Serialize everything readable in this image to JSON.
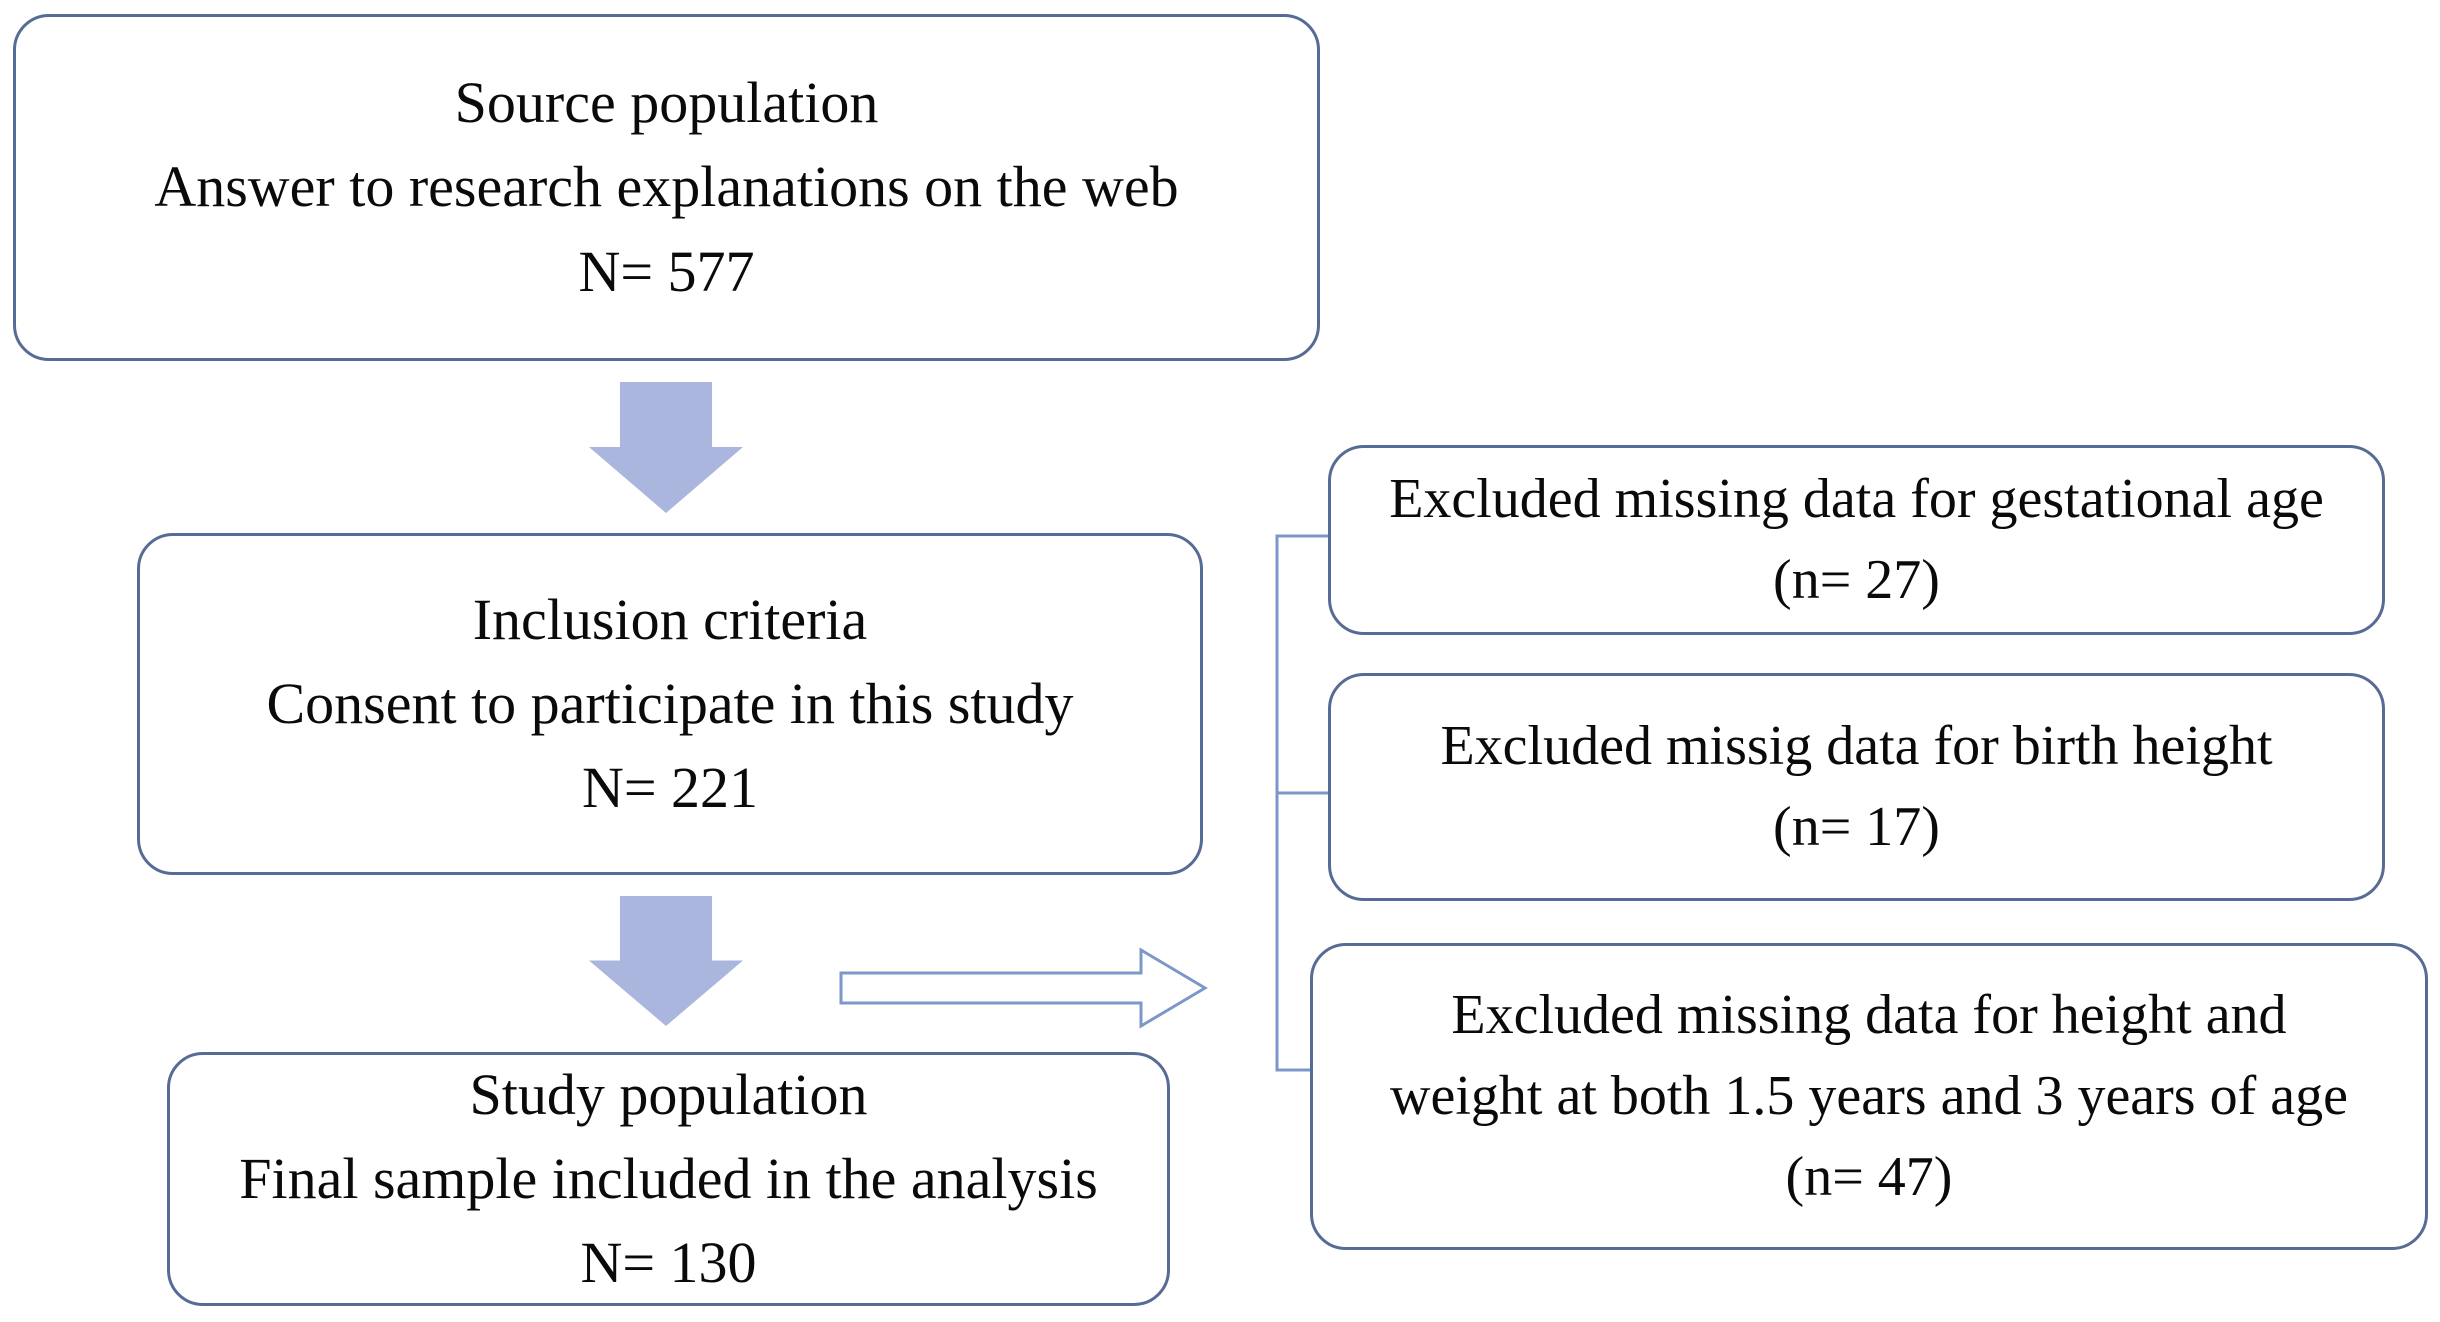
{
  "diagram": {
    "boxes": {
      "source": {
        "lines": [
          "Source population",
          "Answer to research explanations on the web",
          "N= 577"
        ]
      },
      "inclusion": {
        "lines": [
          "Inclusion criteria",
          "Consent to participate in this study",
          "N= 221"
        ]
      },
      "study": {
        "lines": [
          "Study population",
          "Final sample included in the analysis",
          "N= 130"
        ]
      },
      "excluded_gestational": {
        "lines": [
          "Excluded missing data for gestational age",
          "(n= 27)"
        ]
      },
      "excluded_birth_height": {
        "lines": [
          "Excluded missig data for birth height",
          "(n= 17)"
        ]
      },
      "excluded_followup": {
        "lines": [
          "Excluded missing data for height and",
          "weight at both 1.5 years and 3 years of age",
          "(n= 47)"
        ]
      }
    },
    "colors": {
      "box_border": "#576c94",
      "connector": "#7e97c9",
      "solid_arrow_fill": "#aab6de",
      "background": "#ffffff",
      "text": "#0a0a0a"
    }
  }
}
